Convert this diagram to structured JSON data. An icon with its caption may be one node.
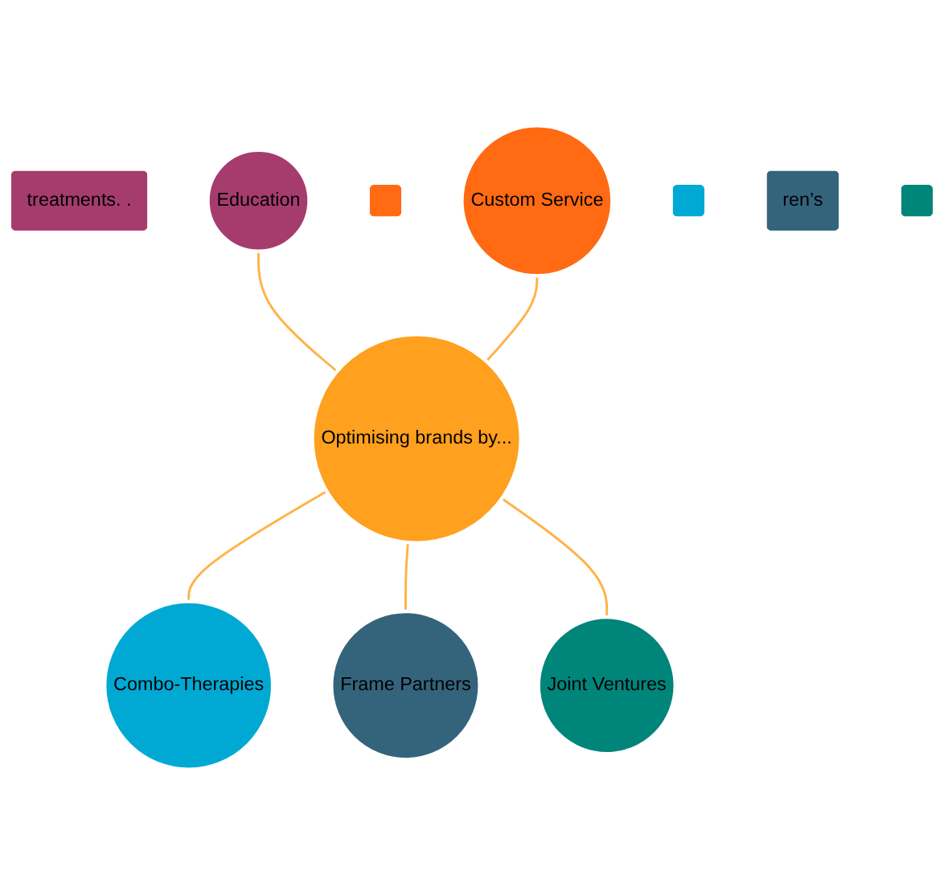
{
  "diagram": {
    "nodes": [
      {
        "text": [
          "treatments. ."
        ]
      },
      {
        "text": [
          "Education"
        ]
      },
      {
        "text": [],
        "shape": "box"
      },
      {
        "text": [
          "Custom Service"
        ]
      },
      {
        "text": [
          "Optimising brands by..."
        ]
      },
      {
        "text": [
          "Combo-Therapies"
        ]
      },
      {
        "text": [],
        "shape": "box"
      },
      {
        "text": [
          "ren’s"
        ]
      },
      {
        "text": [
          "Frame Partners"
        ]
      },
      {
        "text": [
          "Joint Ventures"
        ]
      },
      {
        "text": [],
        "shape": "box"
      }
    ],
    "edges": [
      {
        "from": 1,
        "to": 4,
        "arrow": "none"
      },
      {
        "from": 3,
        "to": 4,
        "arrow": "none"
      },
      {
        "from": 4,
        "to": 5,
        "arrow": "none"
      },
      {
        "from": 4,
        "to": 8,
        "arrow": "none"
      },
      {
        "from": 4,
        "to": 9,
        "arrow": "none"
      }
    ]
  }
}
